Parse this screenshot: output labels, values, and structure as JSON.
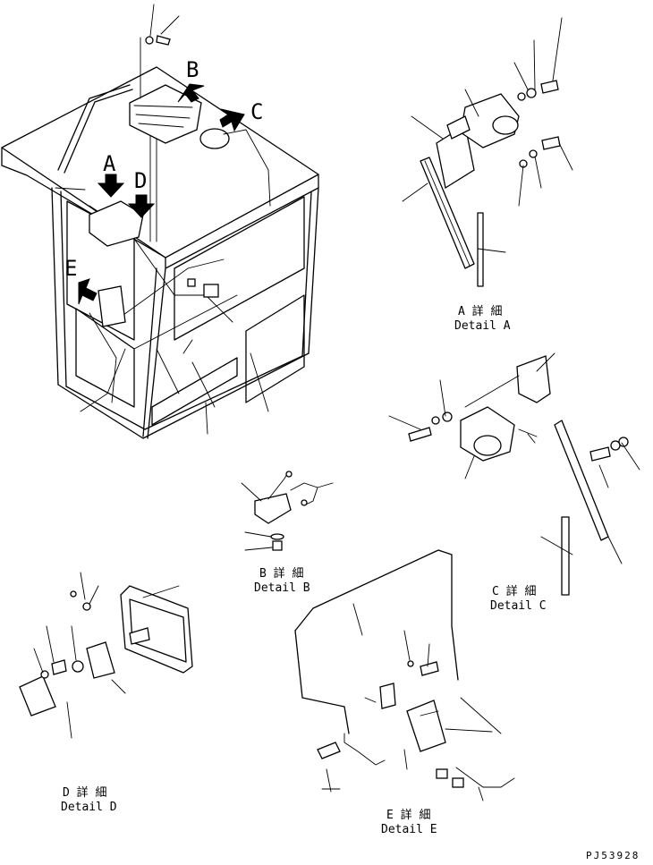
{
  "callouts": {
    "a": "A",
    "b": "B",
    "c": "C",
    "d": "D",
    "e": "E"
  },
  "details": {
    "a": {
      "jp": "A 詳 細",
      "en": "Detail A"
    },
    "b": {
      "jp": "B 詳 細",
      "en": "Detail B"
    },
    "c": {
      "jp": "C 詳 細",
      "en": "Detail C"
    },
    "d": {
      "jp": "D 詳 細",
      "en": "Detail D"
    },
    "e": {
      "jp": "E 詳 細",
      "en": "Detail E"
    }
  },
  "drawing_number": "PJ53928"
}
